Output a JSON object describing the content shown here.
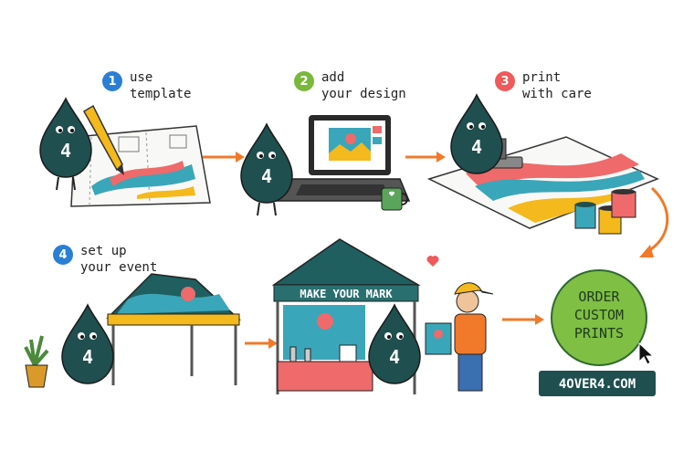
{
  "steps": [
    {
      "number": "1",
      "line1": "use",
      "line2": "template",
      "color": "#2a7fd4"
    },
    {
      "number": "2",
      "line1": "add",
      "line2": "your design",
      "color": "#7ab83b"
    },
    {
      "number": "3",
      "line1": "print",
      "line2": "with care",
      "color": "#ef5a5a"
    },
    {
      "number": "4",
      "line1": "set up",
      "line2": "your event",
      "color": "#2a7fd4"
    }
  ],
  "mascot_number": "4",
  "tent_banner": "MAKE YOUR MARK",
  "cta": {
    "line1": "ORDER",
    "line2": "CUSTOM",
    "line3": "PRINTS",
    "url": "4OVER4.COM",
    "circle_color": "#7fbf44"
  },
  "colors": {
    "teal": "#1f4f4f",
    "orange": "#f07a2a",
    "pink": "#ef6a6a",
    "yellow": "#f4b91c",
    "sky": "#3aa6b9"
  },
  "icons": [
    "pencil-icon",
    "laptop-icon",
    "mug-icon",
    "squeegee-icon",
    "paint-can-icon",
    "tent-icon",
    "plant-icon",
    "cursor-icon",
    "heart-icon",
    "arrow-icon"
  ]
}
